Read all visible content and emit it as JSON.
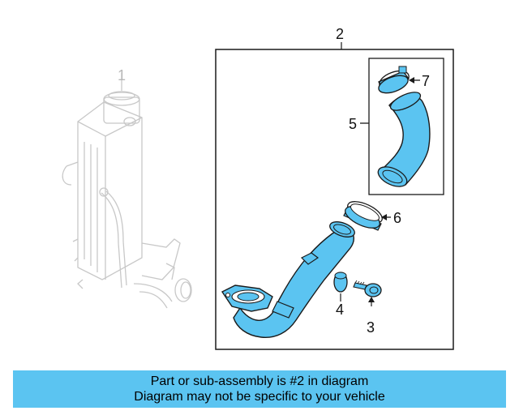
{
  "callouts": {
    "c1": "1",
    "c2": "2",
    "c3": "3",
    "c4": "4",
    "c5": "5",
    "c6": "6",
    "c7": "7"
  },
  "banner": {
    "line1": "Part or sub-assembly is #2 in diagram",
    "line2": "Diagram may not be specific to your vehicle"
  },
  "colors": {
    "highlight": "#5bc4f1",
    "outline": "#1a1a1a",
    "faded": "#c8c8c8"
  }
}
